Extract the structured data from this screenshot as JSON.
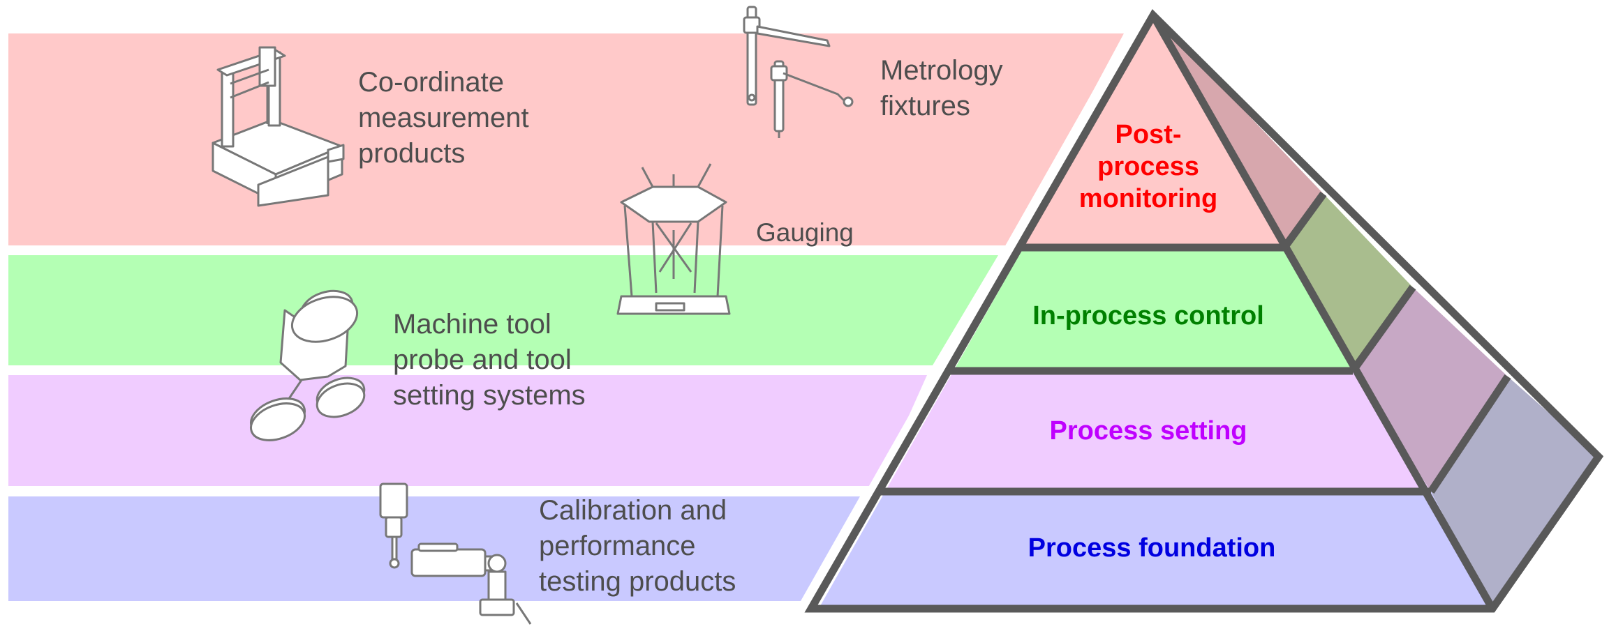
{
  "labels": {
    "cmm_line1": "Co-ordinate",
    "cmm_line2": "measurement",
    "cmm_line3": "products",
    "fixtures_line1": "Metrology",
    "fixtures_line2": "fixtures",
    "gauging": "Gauging",
    "probe_line1": "Machine tool",
    "probe_line2": "probe and tool",
    "probe_line3": "setting systems",
    "calib_line1": "Calibration and",
    "calib_line2": "performance",
    "calib_line3": "testing products"
  },
  "pyramid": {
    "tiers": [
      {
        "lines": [
          "Post-",
          "process",
          "monitoring"
        ],
        "color": "#ff0000"
      },
      {
        "lines": [
          "In-process control"
        ],
        "color": "#008000"
      },
      {
        "lines": [
          "Process setting"
        ],
        "color": "#bf00ff"
      },
      {
        "lines": [
          "Process foundation"
        ],
        "color": "#0000e0"
      }
    ]
  },
  "colors": {
    "band_red": "#ffc9c9",
    "band_green": "#b4ffb4",
    "band_purple": "#f0ccff",
    "band_blue": "#c9c9ff",
    "outline": "#595959"
  },
  "icons": [
    "cmm-machine-icon",
    "metrology-fixture-icon",
    "gauging-machine-icon",
    "machine-tool-probe-icon",
    "calibration-laser-icon"
  ]
}
